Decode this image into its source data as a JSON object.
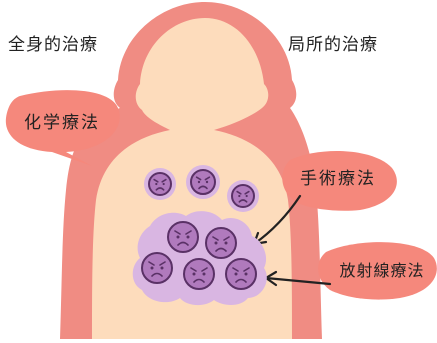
{
  "headings": {
    "systemic": "全身的治療",
    "local": "局所的治療"
  },
  "labels": {
    "chemotherapy": "化学療法",
    "surgery": "手術療法",
    "radiotherapy": "放射線療法"
  },
  "colors": {
    "outer_outline": "#f08c83",
    "body_fill": "#fddcbc",
    "callout_fill": "#f5887c",
    "cell_fill": "#b07abd",
    "cell_stroke": "#5a3166",
    "halo_fill": "#d9b6e2",
    "arrow": "#222222"
  },
  "icons": {
    "cell_face": "sad-face-icon"
  }
}
